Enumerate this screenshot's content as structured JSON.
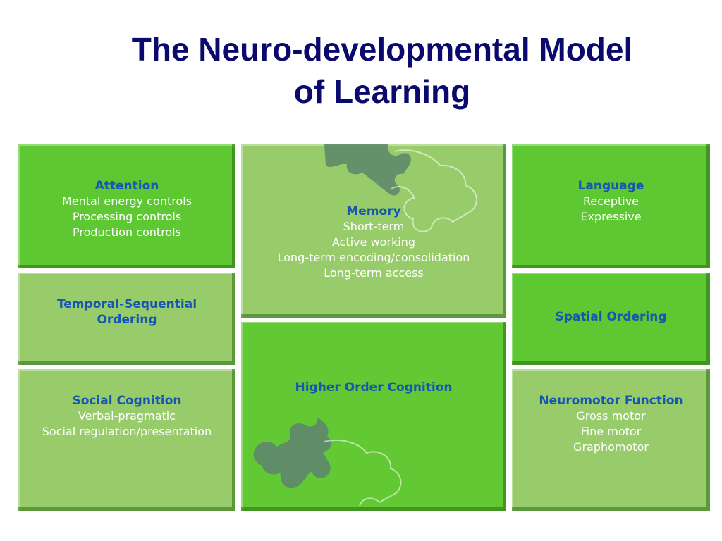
{
  "title": {
    "line1": "The Neuro-developmental Model",
    "line2": "of Learning"
  },
  "colors": {
    "title": "#0a0a6e",
    "heading": "#1557b0",
    "tile_dark": "#5ec832",
    "tile_light": "#98cc6a",
    "puzzle_piece": "#5e8a6a"
  },
  "tiles": {
    "attention": {
      "heading": "Attention",
      "items": [
        "Mental energy controls",
        "Processing controls",
        "Production controls"
      ]
    },
    "temporal": {
      "heading_line1": "Temporal-Sequential",
      "heading_line2": "Ordering"
    },
    "social": {
      "heading": "Social Cognition",
      "items": [
        "Verbal-pragmatic",
        "Social regulation/presentation"
      ]
    },
    "memory": {
      "heading": "Memory",
      "items": [
        "Short-term",
        "Active working",
        "Long-term encoding/consolidation",
        "Long-term access"
      ]
    },
    "higher": {
      "heading": "Higher Order Cognition"
    },
    "language": {
      "heading": "Language",
      "items": [
        "Receptive",
        "Expressive"
      ]
    },
    "spatial": {
      "heading": "Spatial Ordering"
    },
    "neuromotor": {
      "heading": "Neuromotor Function",
      "items": [
        "Gross motor",
        "Fine motor",
        "Graphomotor"
      ]
    }
  },
  "icons": {
    "memory_puzzle": "puzzle-piece-icon",
    "higher_puzzle": "puzzle-piece-icon"
  }
}
